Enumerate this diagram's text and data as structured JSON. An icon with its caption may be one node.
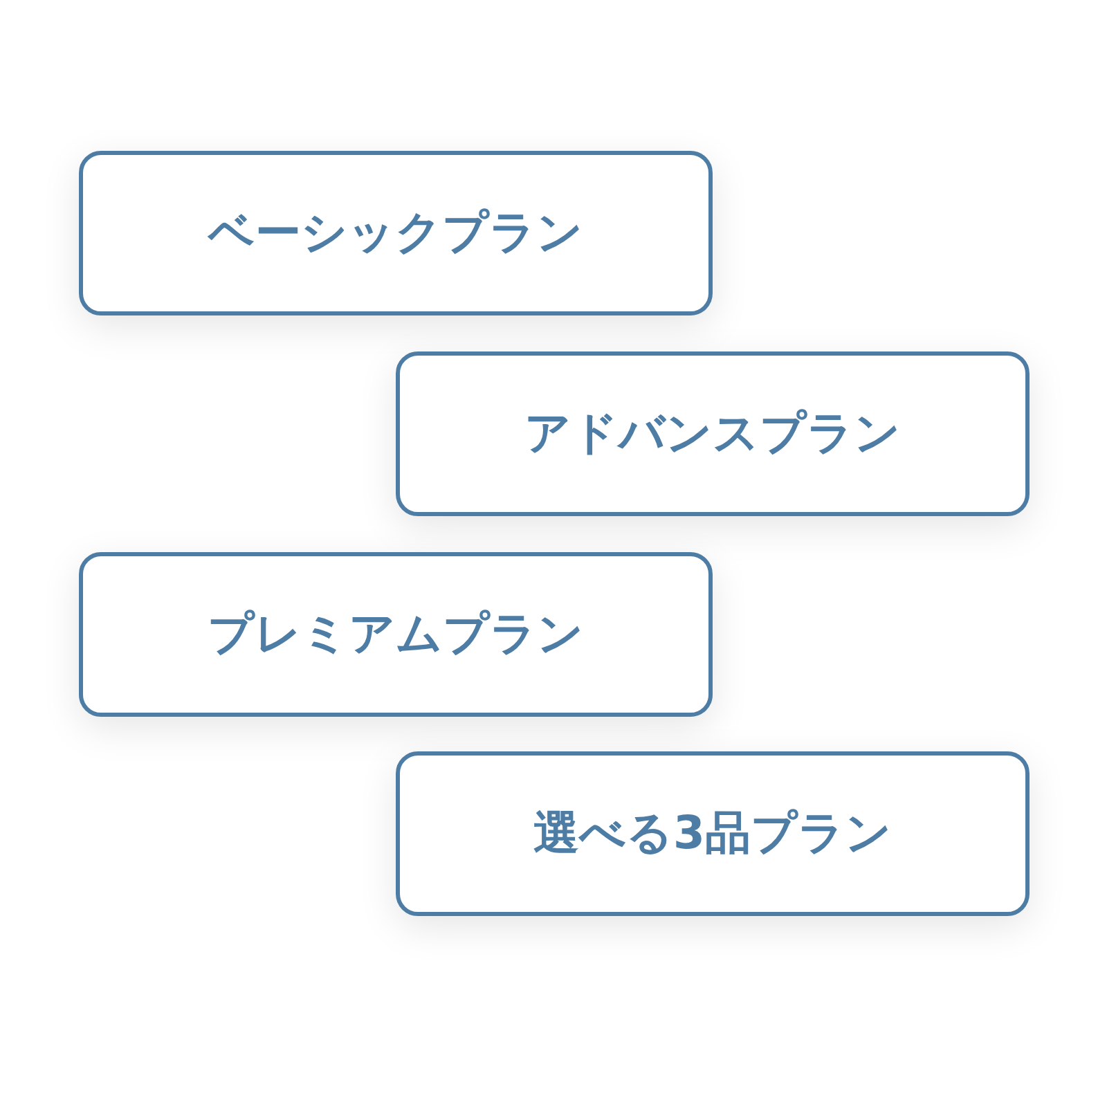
{
  "diagram": {
    "nodes": [
      {
        "text": [
          "ベーシックプラン"
        ]
      },
      {
        "text": [
          "アドバンスプラン"
        ]
      },
      {
        "text": [
          "プレミアムプラン"
        ]
      },
      {
        "text": [
          "選べる3品プラン"
        ]
      }
    ]
  }
}
